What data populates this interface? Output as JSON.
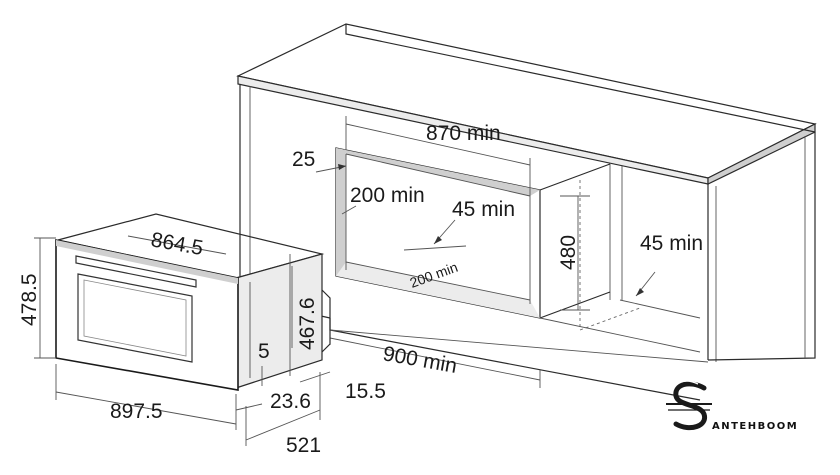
{
  "cabinet": {
    "width_min": "870 min",
    "side_gap": "25",
    "depth_top": "200 min",
    "vent_top": "45 min",
    "depth_bottom": "200 min",
    "opening_height": "480",
    "vent_side": "45 min",
    "cabinet_width": "900 min",
    "front_gap": "15.5"
  },
  "oven": {
    "width": "864.5",
    "height": "478.5",
    "body_height": "467.6",
    "front_width": "897.5",
    "bottom_offset": "5",
    "door_thickness": "23.6",
    "depth": "521"
  },
  "logo": {
    "text": "ANTEHBOOM"
  }
}
